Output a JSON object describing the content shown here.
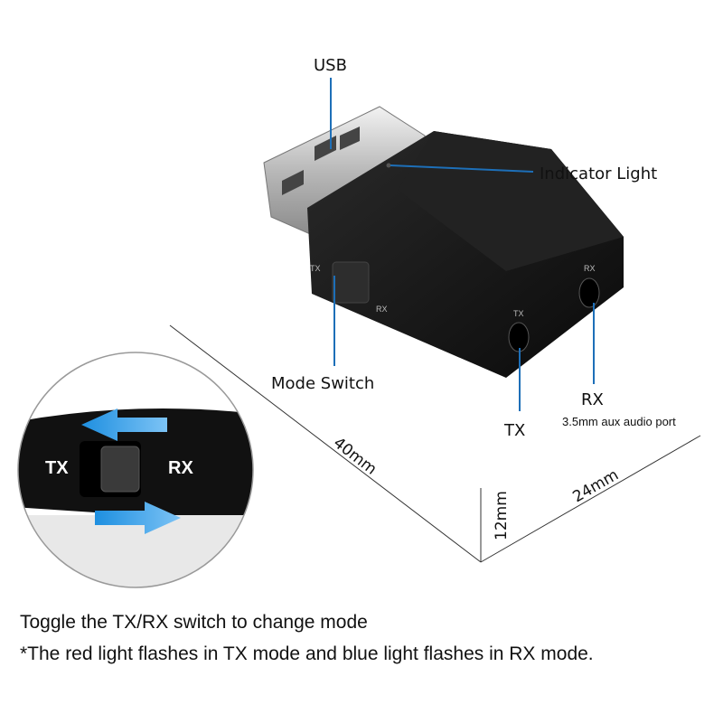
{
  "callouts": {
    "usb": "USB",
    "indicator_light": "Indicator Light",
    "mode_switch": "Mode Switch",
    "tx": "TX",
    "rx": "RX",
    "aux_port": "3.5mm aux audio port"
  },
  "device_markings": {
    "switch_tx": "TX",
    "switch_rx": "RX",
    "port_tx": "TX",
    "port_rx": "RX"
  },
  "inset": {
    "tx": "TX",
    "rx": "RX"
  },
  "dimensions": {
    "length": "40mm",
    "width": "24mm",
    "height": "12mm"
  },
  "captions": {
    "line1": "Toggle the TX/RX switch to change mode",
    "line2": "*The red light flashes in TX mode and blue light flashes in RX mode."
  },
  "colors": {
    "callout_line": "#1d6fb8",
    "arrow": "#1e8fe0",
    "device_body": "#141414",
    "usb_metal": "#c8c8c8"
  }
}
